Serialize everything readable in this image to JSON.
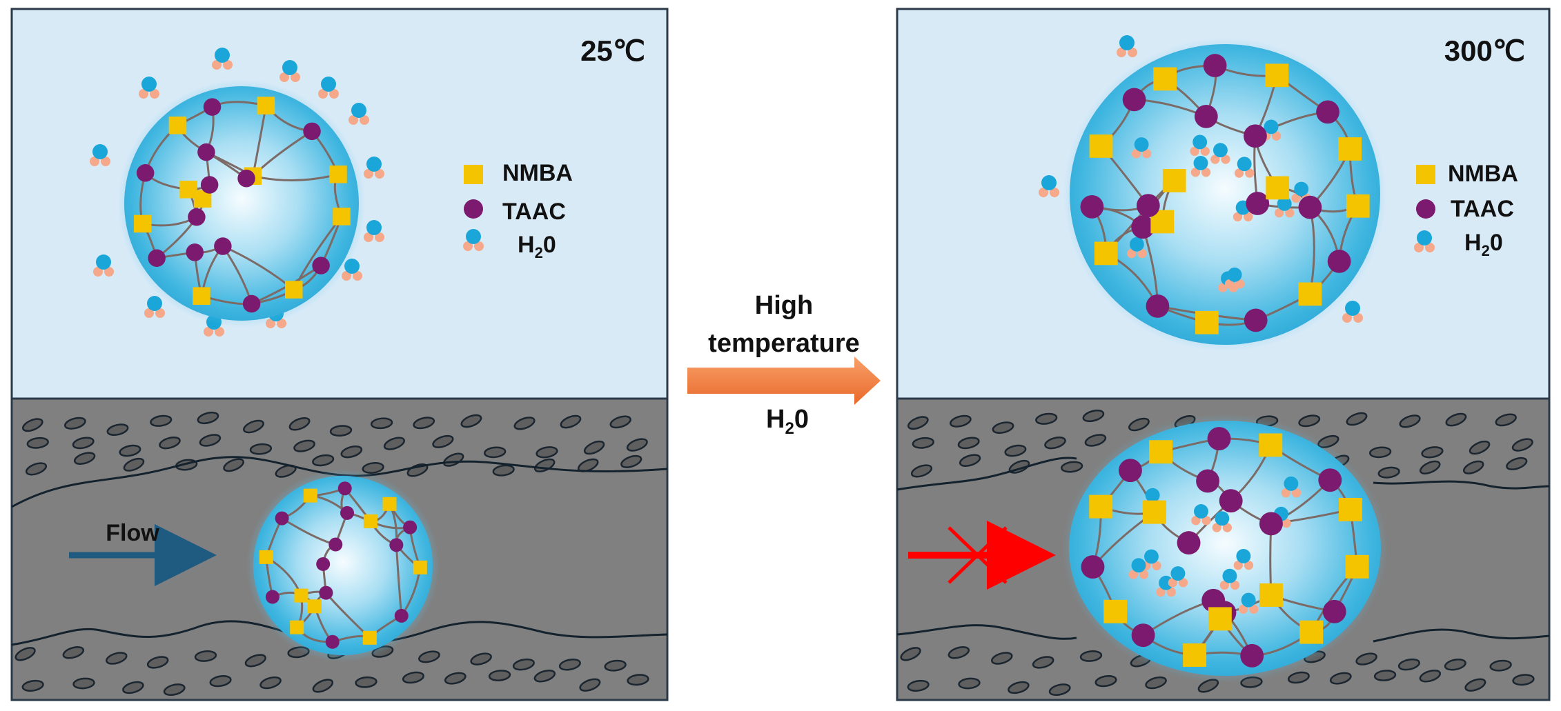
{
  "left_panel": {
    "temperature": "25℃",
    "legend": {
      "nmba": "NMBA",
      "taac": "TAAC",
      "h2o_main": "H",
      "h2o_sub": "2",
      "h2o_tail": "0"
    },
    "flow_label": "Flow"
  },
  "right_panel": {
    "temperature": "300℃",
    "legend": {
      "nmba": "NMBA",
      "taac": "TAAC",
      "h2o_main": "H",
      "h2o_sub": "2",
      "h2o_tail": "0"
    }
  },
  "transition": {
    "line1": "High",
    "line2": "temperature",
    "h2o_main": "H",
    "h2o_sub": "2",
    "h2o_tail": "0"
  },
  "colors": {
    "water_bg": "#d9eaf7",
    "rock": "#808080",
    "gel": "#3fb6e0",
    "nmba": "#f5c400",
    "taac": "#7b1a6e",
    "h2o_o": "#1aa6d8",
    "h2o_h": "#f5a98a",
    "temp_left": "#555555",
    "temp_right": "#ff0000",
    "flow_arrow": "#1f5b80",
    "process_arrow": "#f07a33",
    "block": "#ff0000"
  }
}
